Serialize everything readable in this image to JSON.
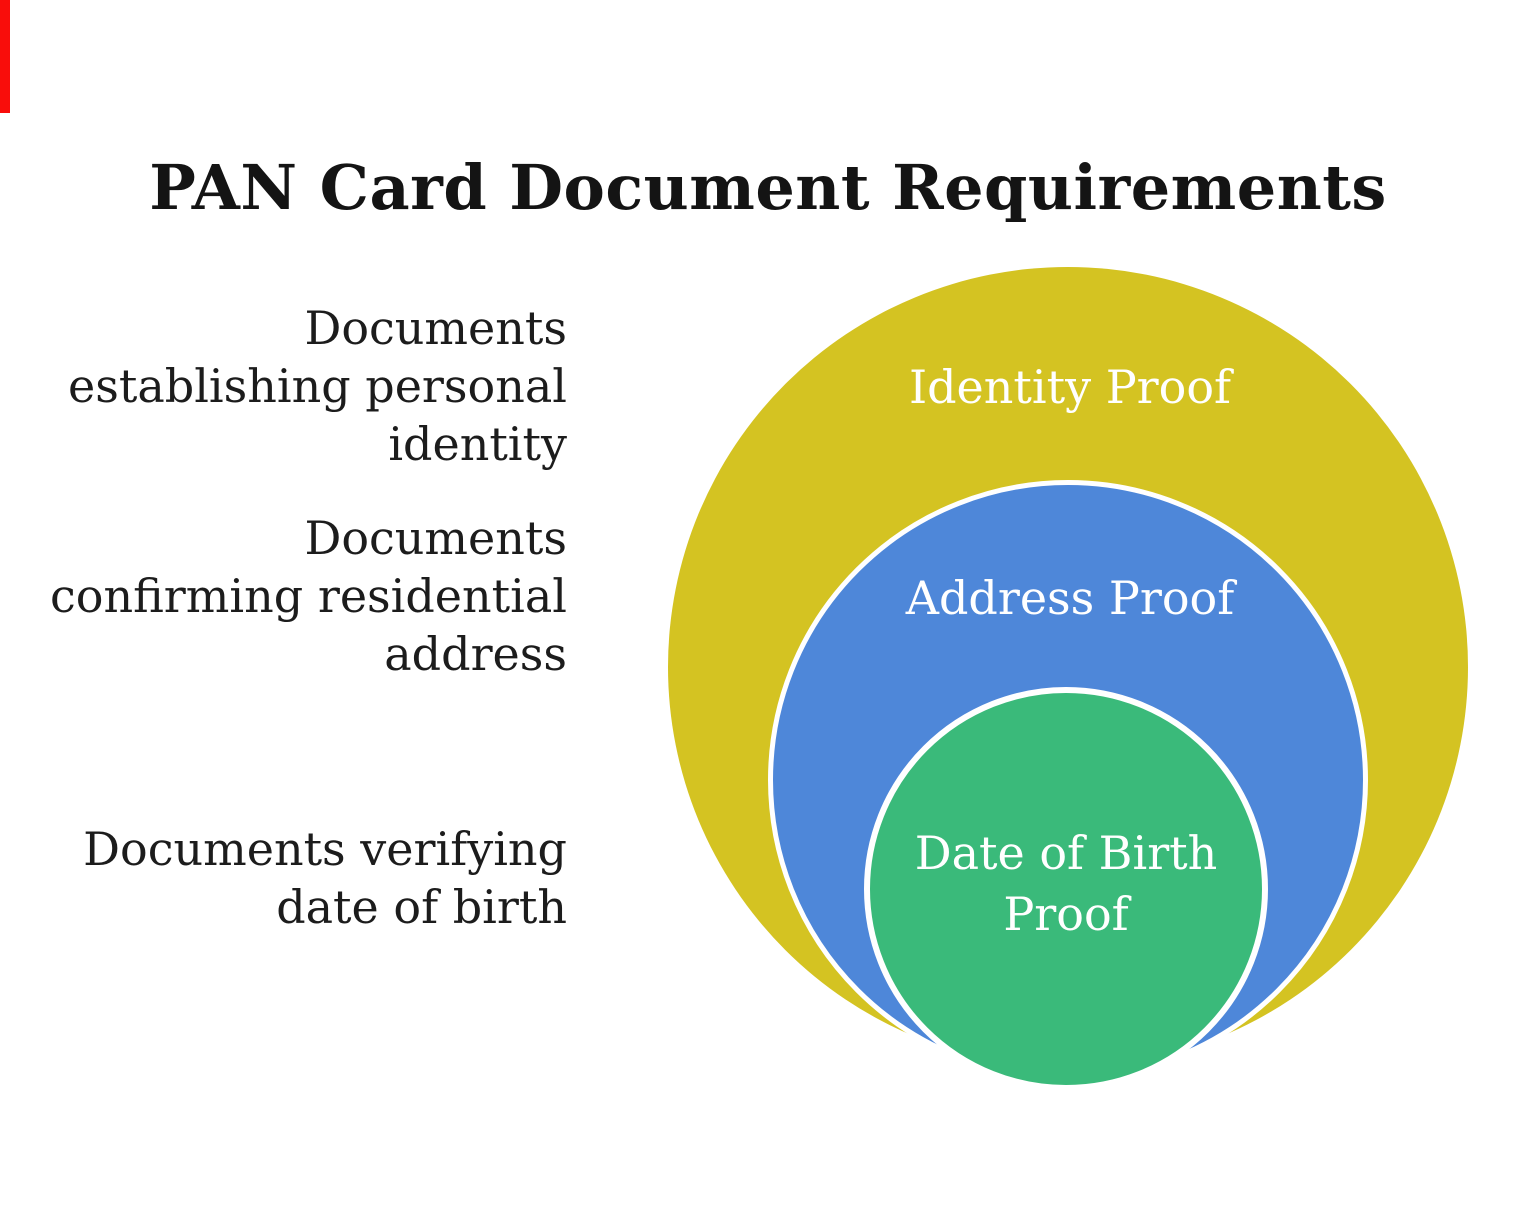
{
  "page": {
    "background_color": "#ffffff",
    "edge_bar_color": "#f90d0b"
  },
  "title": "PAN Card Document Requirements",
  "left_labels": [
    {
      "text": "Documents establishing personal identity",
      "lines": [
        "Documents",
        "establishing personal",
        "identity"
      ]
    },
    {
      "text": "Documents confirming residential address",
      "lines": [
        "Documents",
        "confirming residential",
        "address"
      ]
    },
    {
      "text": "Documents verifying date of birth",
      "lines": [
        "Documents verifying",
        "date of birth"
      ]
    }
  ],
  "diagram": {
    "type": "nested-circles",
    "ring_border_color": "#ffffff",
    "label_text_color": "#ffffff",
    "rings": [
      {
        "level": 1,
        "label": "Identity Proof",
        "color": "#d4c322"
      },
      {
        "level": 2,
        "label": "Address Proof",
        "color": "#4e87d9"
      },
      {
        "level": 3,
        "label": "Date of Birth Proof",
        "label_lines": [
          "Date of Birth",
          "Proof"
        ],
        "color": "#3aba7a"
      }
    ]
  }
}
